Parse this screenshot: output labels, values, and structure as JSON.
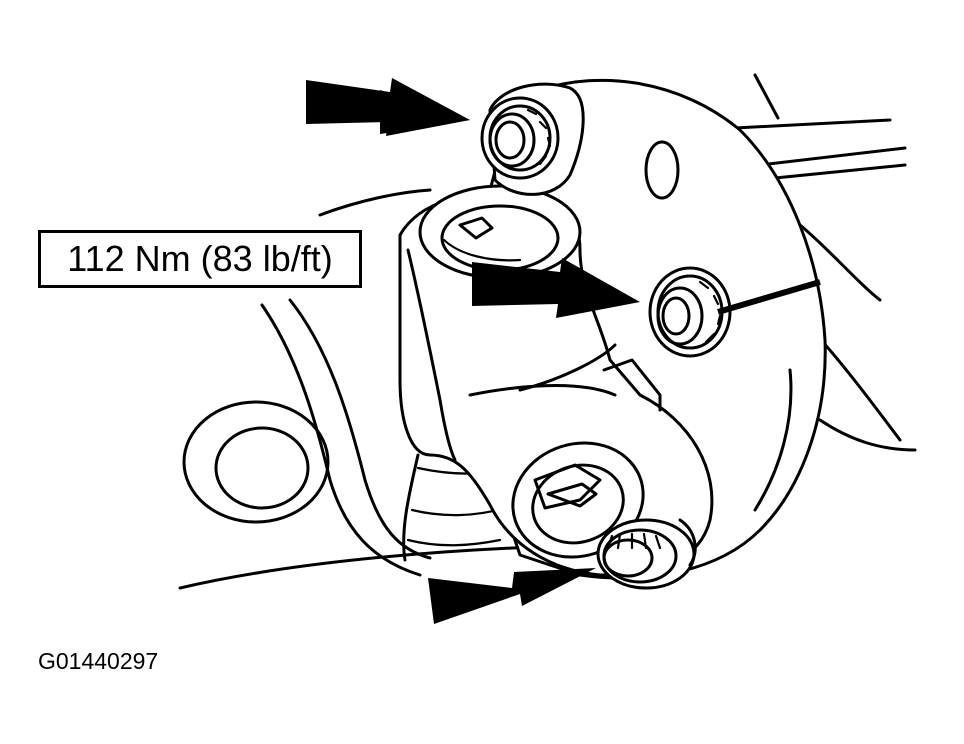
{
  "diagram": {
    "torque_label": "112 Nm (83 lb/ft)",
    "figure_id": "G01440297",
    "arrow_count": 3
  },
  "colors": {
    "line": "#000000",
    "background": "#ffffff"
  }
}
